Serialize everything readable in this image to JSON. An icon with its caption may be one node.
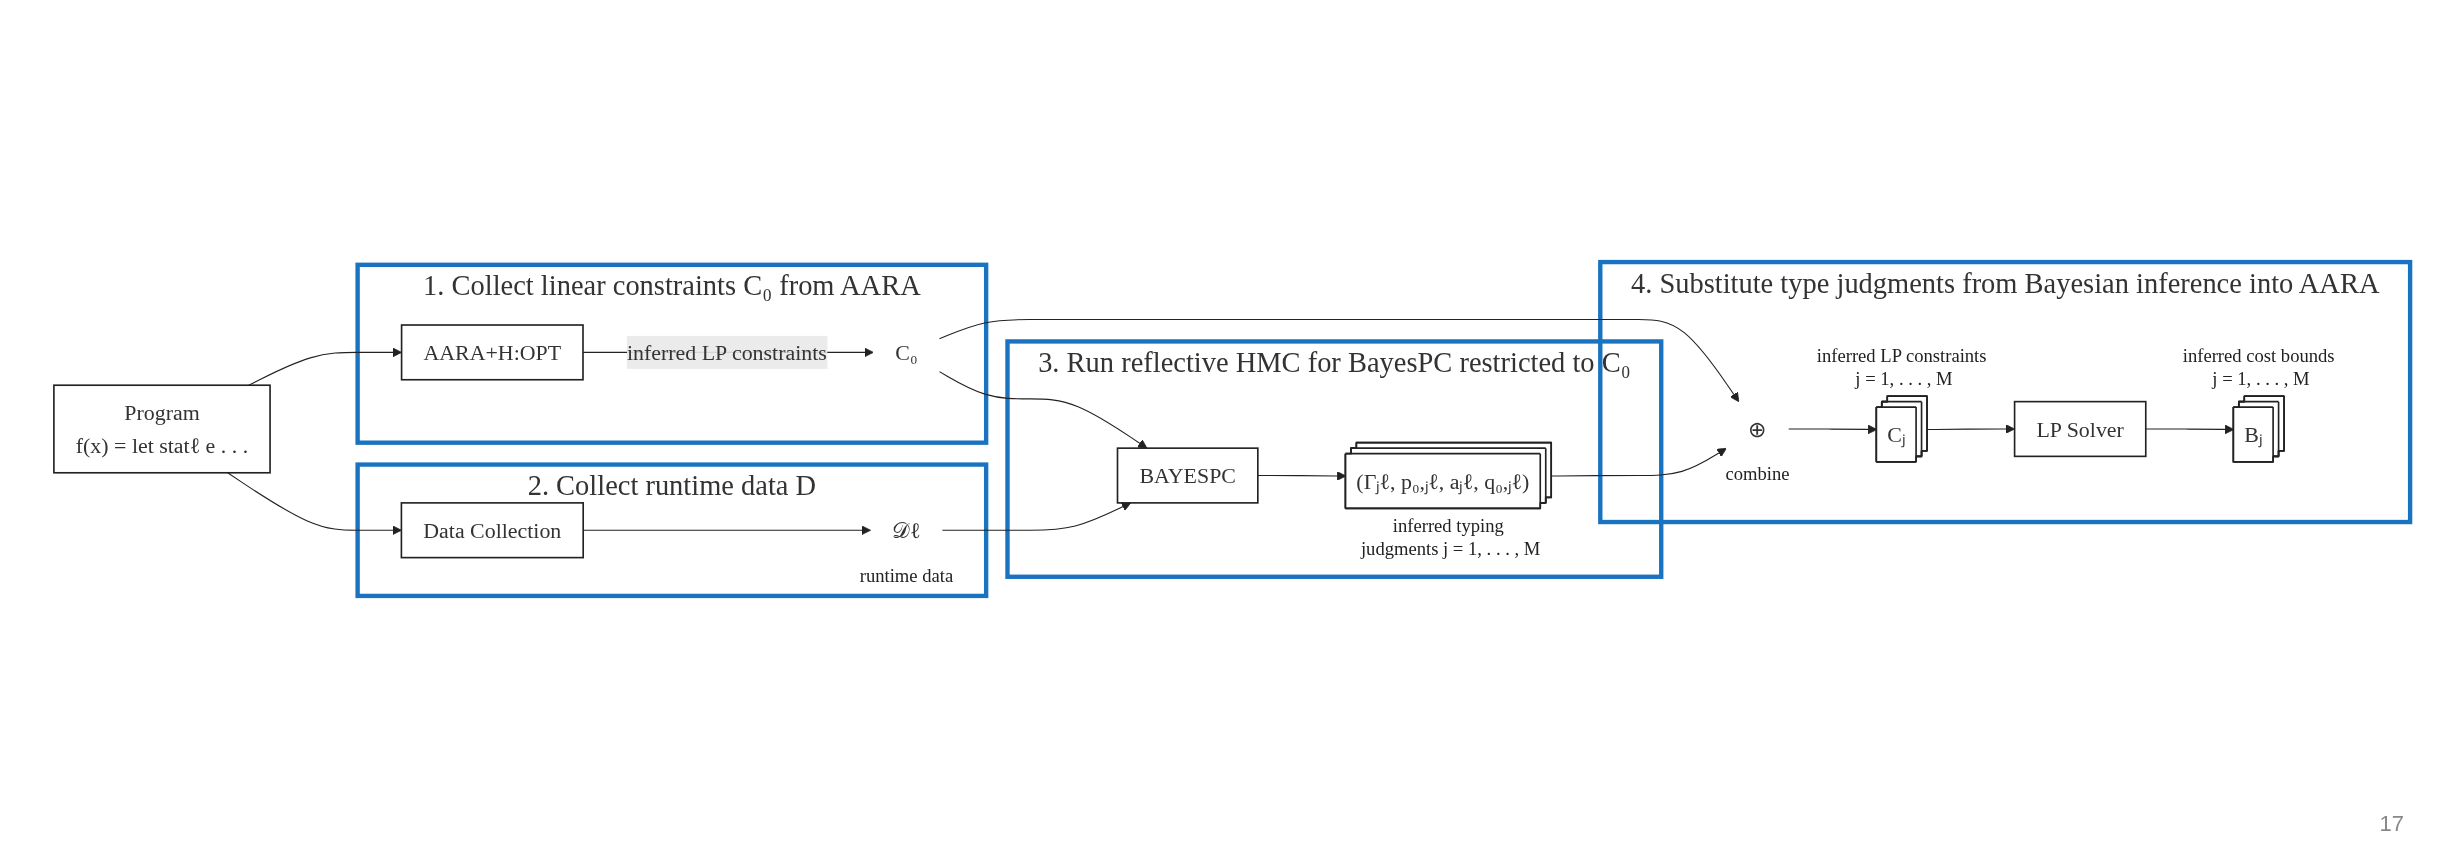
{
  "diagram": {
    "nodes": [
      {
        "text": [
          "Program",
          "f(x) = let statℓ e . . ."
        ]
      },
      {
        "text": [
          "1. Collect linear constraints C₀ from AARA"
        ]
      },
      {
        "text": [
          "AARA+H:OPT"
        ],
        "in": 1
      },
      {
        "text": [
          "C₀"
        ],
        "in": 1
      },
      {
        "text": [
          "2. Collect runtime data D"
        ]
      },
      {
        "text": [
          "Data Collection"
        ],
        "in": 4
      },
      {
        "text": [
          "𝒟ℓ"
        ],
        "beside": [
          "runtime data"
        ],
        "in": 4
      },
      {
        "text": [
          "3. Run reflective HMC for BayesPC restricted to C₀"
        ]
      },
      {
        "text": [
          "BAYESPC"
        ],
        "in": 7
      },
      {
        "text": [
          "(Γⱼℓ, p₀,ⱼℓ, aⱼℓ, q₀,ⱼℓ)"
        ],
        "beside": [
          "inferred typing judgments j = 1, . . . , M"
        ],
        "in": 7
      },
      {
        "text": [
          "4. Substitute type judgments from Bayesian inference into AARA"
        ]
      },
      {
        "text": [
          "⊕"
        ],
        "beside": [
          "combine"
        ],
        "in": 10
      },
      {
        "text": [
          "Cⱼ"
        ],
        "beside": [
          "inferred LP constraints j = 1, . . . , M"
        ],
        "in": 10
      },
      {
        "text": [
          "LP Solver"
        ],
        "in": 10
      },
      {
        "text": [
          "Bⱼ"
        ],
        "beside": [
          "inferred cost bounds j = 1, . . . , M"
        ],
        "in": 10
      }
    ],
    "edges": [
      {
        "from": 0,
        "to": 2,
        "arrow": "to"
      },
      {
        "from": 2,
        "to": 3,
        "label": "inferred LP constraints",
        "arrow": "to"
      },
      {
        "from": 3,
        "to": 11,
        "arrow": "to"
      },
      {
        "from": 3,
        "to": 8,
        "arrow": "to"
      },
      {
        "from": 0,
        "to": 5,
        "arrow": "to"
      },
      {
        "from": 5,
        "to": 6,
        "arrow": "to"
      },
      {
        "from": 6,
        "to": 8,
        "arrow": "to"
      },
      {
        "from": 8,
        "to": 9,
        "arrow": "to"
      },
      {
        "from": 9,
        "to": 11,
        "arrow": "to"
      },
      {
        "from": 11,
        "to": 12,
        "arrow": "to"
      },
      {
        "from": 12,
        "to": 13,
        "arrow": "to"
      },
      {
        "from": 13,
        "to": 14,
        "arrow": "to"
      }
    ],
    "labels": [
      "17"
    ]
  }
}
